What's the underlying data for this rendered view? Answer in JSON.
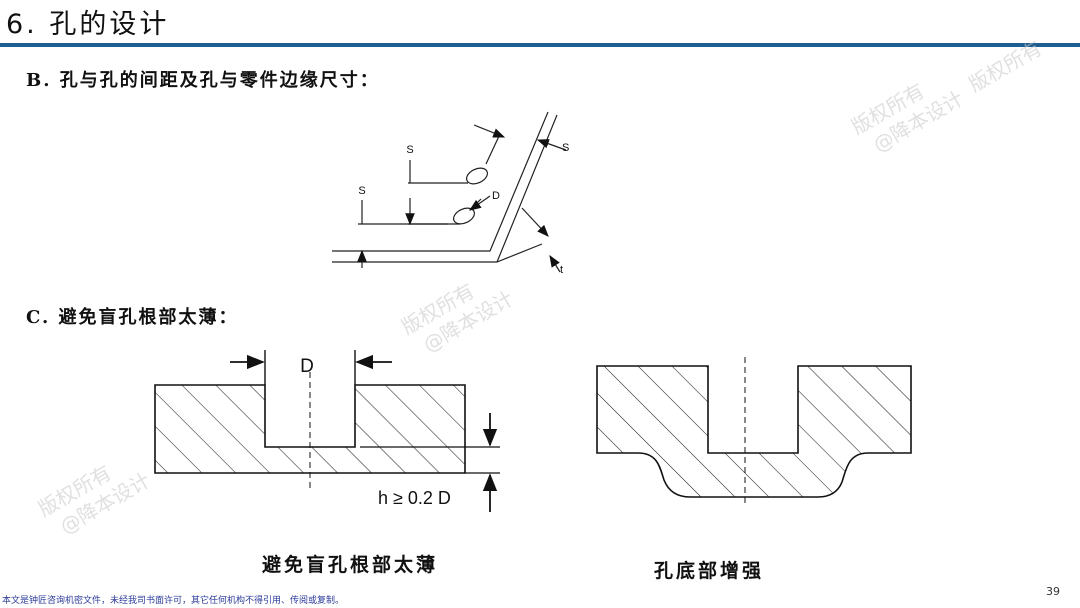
{
  "slide": {
    "title": "6. 孔的设计",
    "section_b": "B. 孔与孔的间距及孔与零件边缘尺寸：",
    "section_c": "C. 避免盲孔根部太薄：",
    "caption_left": "避免盲孔根部太薄",
    "caption_right": "孔底部增强",
    "footer": "本文是钟匠咨询机密文件，未经我司书面许可，其它任何机构不得引用、传阅或复制。",
    "page_number": "39"
  },
  "figure_b": {
    "label_s1": "S",
    "label_s2": "S",
    "label_s3": "S",
    "label_d": "D",
    "label_t": "t"
  },
  "figure_c": {
    "label_d": "D",
    "label_h": "h ≥ 0.2 D"
  },
  "watermark": {
    "line1": "版权所有",
    "line2": "@降本设计"
  }
}
